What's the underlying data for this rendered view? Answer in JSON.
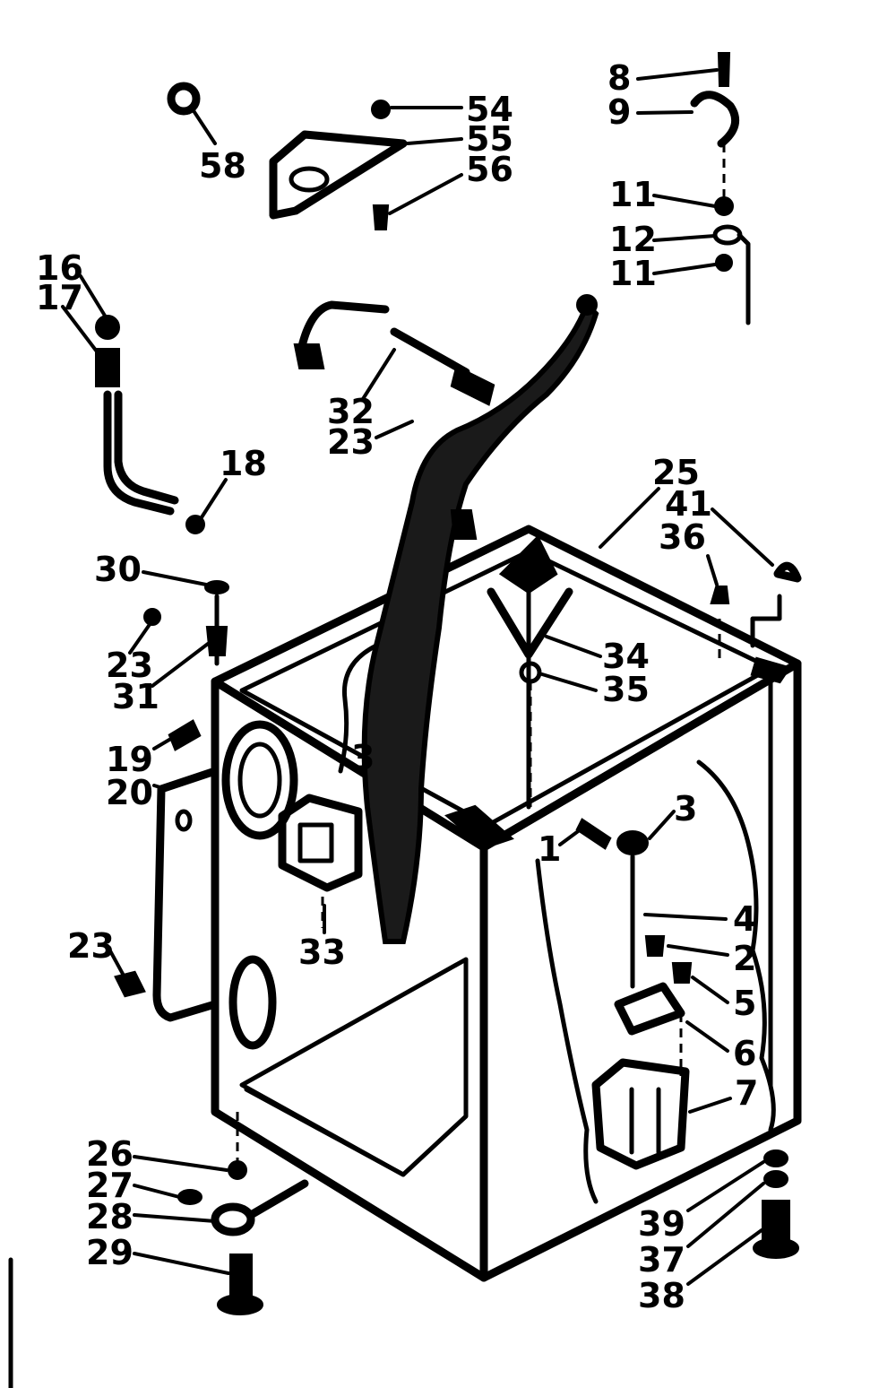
{
  "callouts": [
    {
      "id": "c8",
      "text": "8"
    },
    {
      "id": "c9",
      "text": "9"
    },
    {
      "id": "c11a",
      "text": "11"
    },
    {
      "id": "c12",
      "text": "12"
    },
    {
      "id": "c11b",
      "text": "11"
    },
    {
      "id": "c54",
      "text": "54"
    },
    {
      "id": "c55",
      "text": "55"
    },
    {
      "id": "c56",
      "text": "56"
    },
    {
      "id": "c58",
      "text": "58"
    },
    {
      "id": "c16",
      "text": "16"
    },
    {
      "id": "c17",
      "text": "17"
    },
    {
      "id": "c18",
      "text": "18"
    },
    {
      "id": "c32",
      "text": "32"
    },
    {
      "id": "c23a",
      "text": "23"
    },
    {
      "id": "c25",
      "text": "25"
    },
    {
      "id": "c41",
      "text": "41"
    },
    {
      "id": "c36",
      "text": "36"
    },
    {
      "id": "c30",
      "text": "30"
    },
    {
      "id": "c23b",
      "text": "23"
    },
    {
      "id": "c31",
      "text": "31"
    },
    {
      "id": "c34",
      "text": "34"
    },
    {
      "id": "c35",
      "text": "35"
    },
    {
      "id": "c19",
      "text": "19"
    },
    {
      "id": "c20",
      "text": "20"
    },
    {
      "id": "c13",
      "text": "3"
    },
    {
      "id": "c1",
      "text": "1"
    },
    {
      "id": "c3",
      "text": "3"
    },
    {
      "id": "c4",
      "text": "4"
    },
    {
      "id": "c2",
      "text": "2"
    },
    {
      "id": "c5",
      "text": "5"
    },
    {
      "id": "c6",
      "text": "6"
    },
    {
      "id": "c7",
      "text": "7"
    },
    {
      "id": "c23c",
      "text": "23"
    },
    {
      "id": "c33",
      "text": "33"
    },
    {
      "id": "c26",
      "text": "26"
    },
    {
      "id": "c27",
      "text": "27"
    },
    {
      "id": "c28",
      "text": "28"
    },
    {
      "id": "c29",
      "text": "29"
    },
    {
      "id": "c39",
      "text": "39"
    },
    {
      "id": "c37",
      "text": "37"
    },
    {
      "id": "c38",
      "text": "38"
    }
  ]
}
